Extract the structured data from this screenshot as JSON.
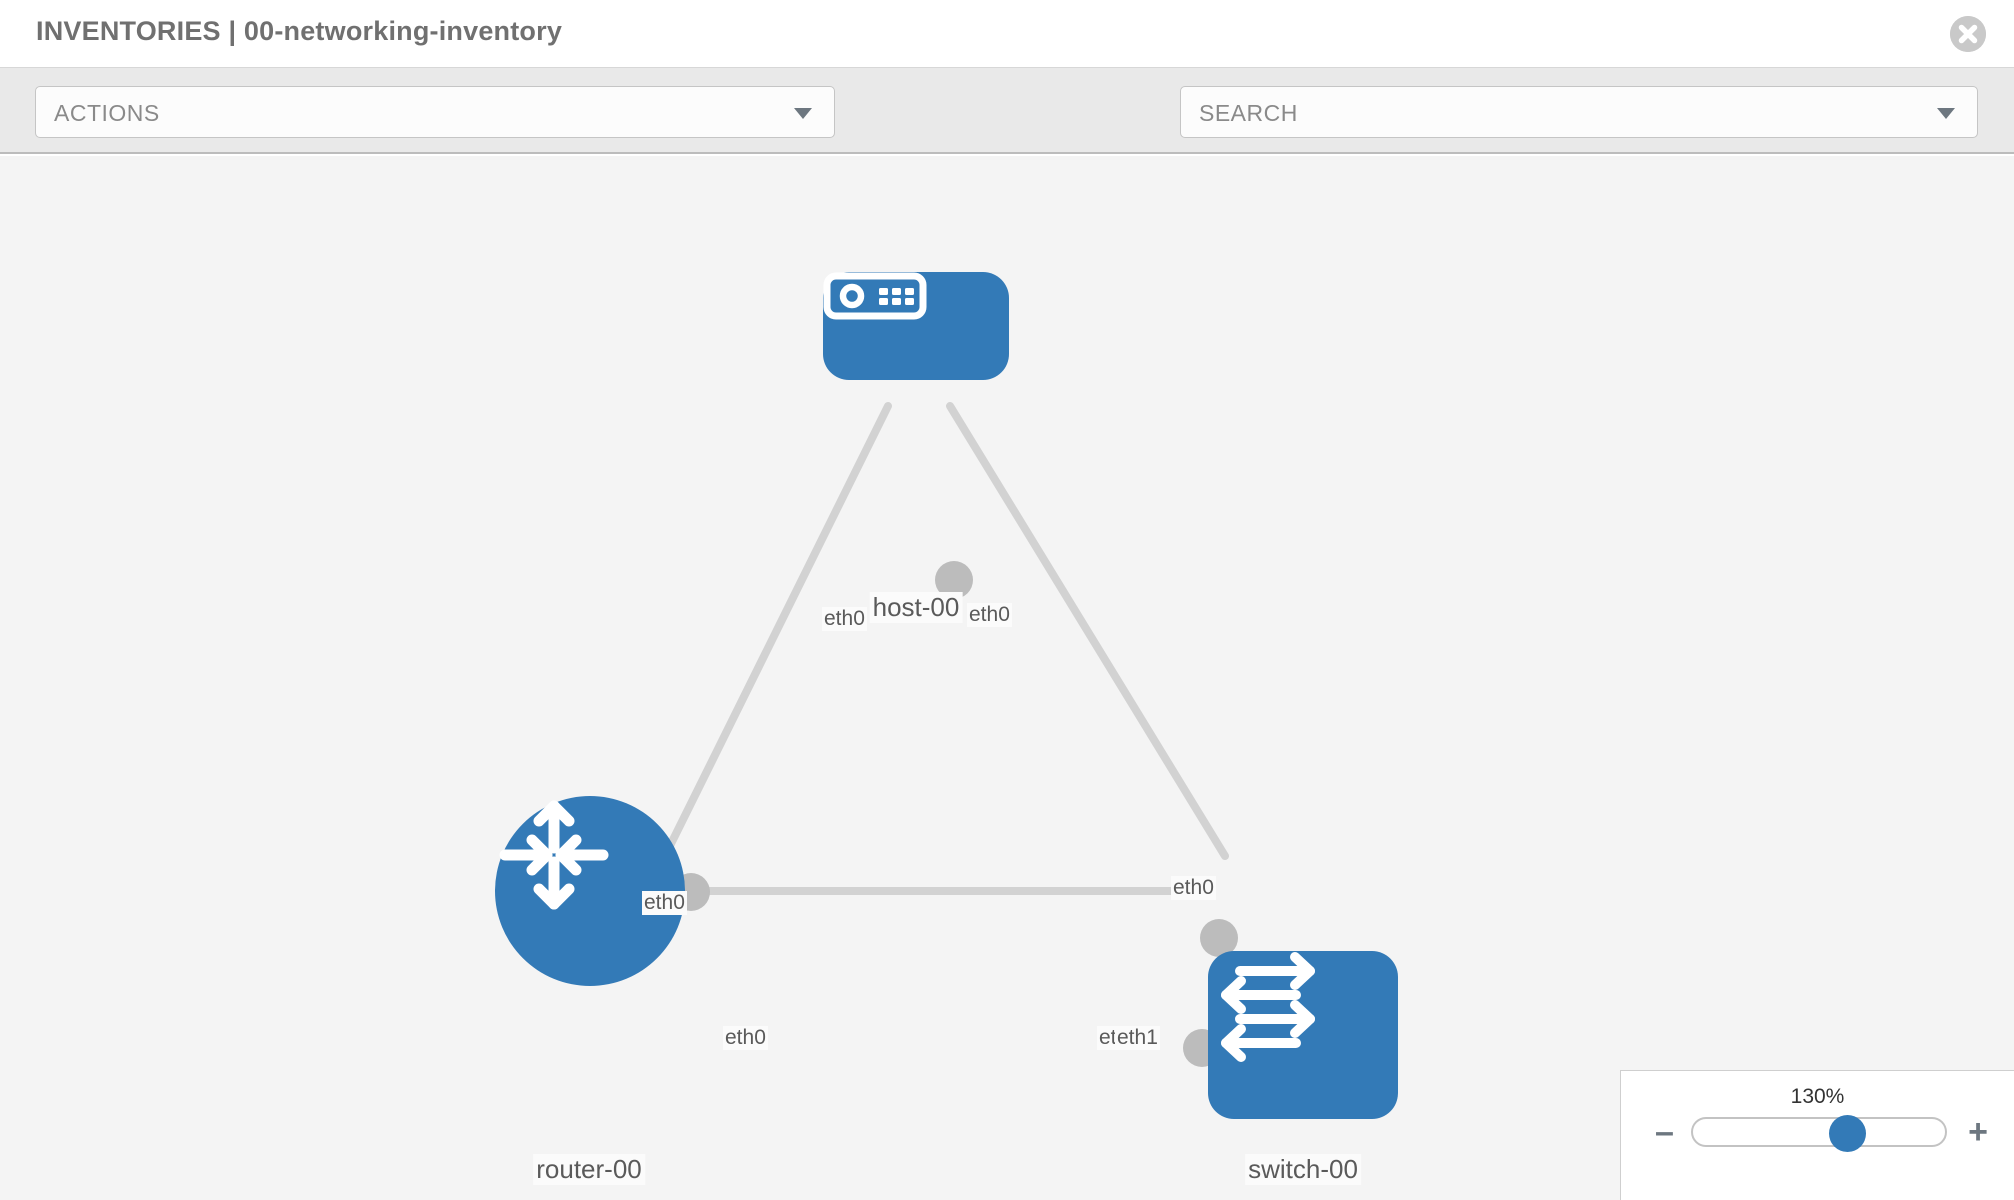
{
  "header": {
    "title": "INVENTORIES | 00-networking-inventory",
    "close_icon": "close-circle-icon"
  },
  "toolbar": {
    "actions_label": "ACTIONS",
    "actions_caret_icon": "chevron-down-icon",
    "wrench_icon": "wrench-icon",
    "key_icon": "key-icon",
    "search_placeholder": "SEARCH",
    "search_caret_icon": "chevron-down-icon"
  },
  "topology": {
    "accent_color": "#337ab7",
    "link_color": "#d2d2d2",
    "connector_color": "#bcbcbc",
    "nodes": [
      {
        "id": "host",
        "label": "host-00",
        "icon": "server-icon",
        "shape": "rounded-rect"
      },
      {
        "id": "router",
        "label": "router-00",
        "icon": "router-arrows-icon",
        "shape": "circle"
      },
      {
        "id": "switch",
        "label": "switch-00",
        "icon": "switch-arrows-icon",
        "shape": "rounded-rect"
      }
    ],
    "interfaces": {
      "host_left": "eth0",
      "host_right": "eth0",
      "router_top": "eth0",
      "router_right": "eth0",
      "switch_top": "eth0",
      "switch_left_a": "et",
      "switch_left_b": "eth1"
    }
  },
  "zoom": {
    "value": "130%",
    "minus_label": "–",
    "plus_label": "+",
    "minus_icon": "minus-icon",
    "plus_icon": "plus-icon",
    "thumb_position_percent": 62
  }
}
